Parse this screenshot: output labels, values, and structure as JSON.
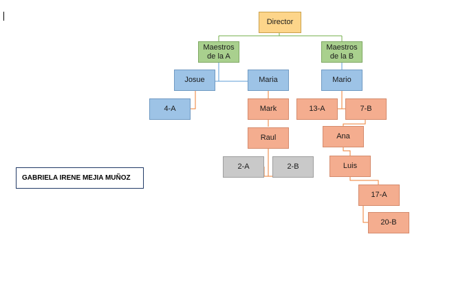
{
  "nodes": {
    "director": "Director",
    "maestros_a": "Maestros de la A",
    "maestros_b": "Maestros de la B",
    "josue": "Josue",
    "maria": "Maria",
    "mario": "Mario",
    "g4a": "4-A",
    "mark": "Mark",
    "raul": "Raul",
    "g2a": "2-A",
    "g2b": "2-B",
    "g13a": "13-A",
    "g7b": "7-B",
    "ana": "Ana",
    "luis": "Luis",
    "g17a": "17-A",
    "g20b": "20-B"
  },
  "author": "GABRIELA IRENE MEJIA MUÑOZ",
  "colors": {
    "director": "#fdd58a",
    "maestros": "#a9d08e",
    "teachers": "#9dc3e6",
    "groups": "#f4ad8f",
    "gray_groups": "#c9c9c9",
    "line_green": "#70ad47",
    "line_blue": "#5b9bd5",
    "line_orange": "#ed7d31",
    "line_gray": "#a5a5a5"
  }
}
